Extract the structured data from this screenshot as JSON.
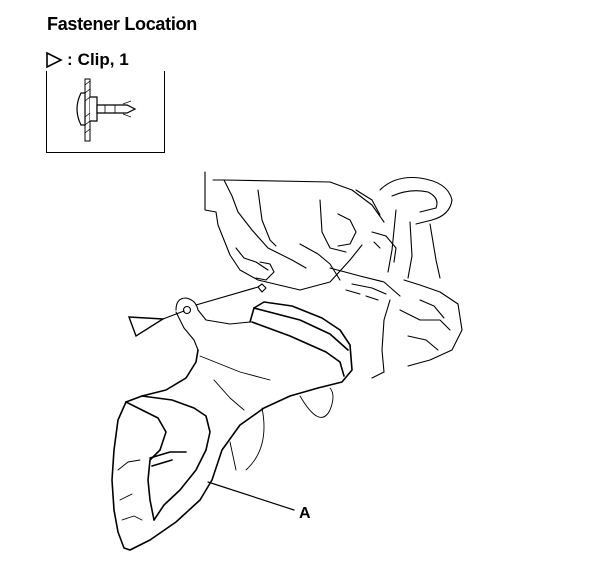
{
  "figure": {
    "title": "Fastener Location",
    "legend_symbol": ":",
    "legend_text": "Clip, 1",
    "callout_label": "A"
  },
  "icons": {
    "legend_marker": "triangle-right-outline-icon",
    "location_marker": "triangle-right-outline-icon"
  },
  "colors": {
    "line": "#000000",
    "background": "#ffffff"
  }
}
